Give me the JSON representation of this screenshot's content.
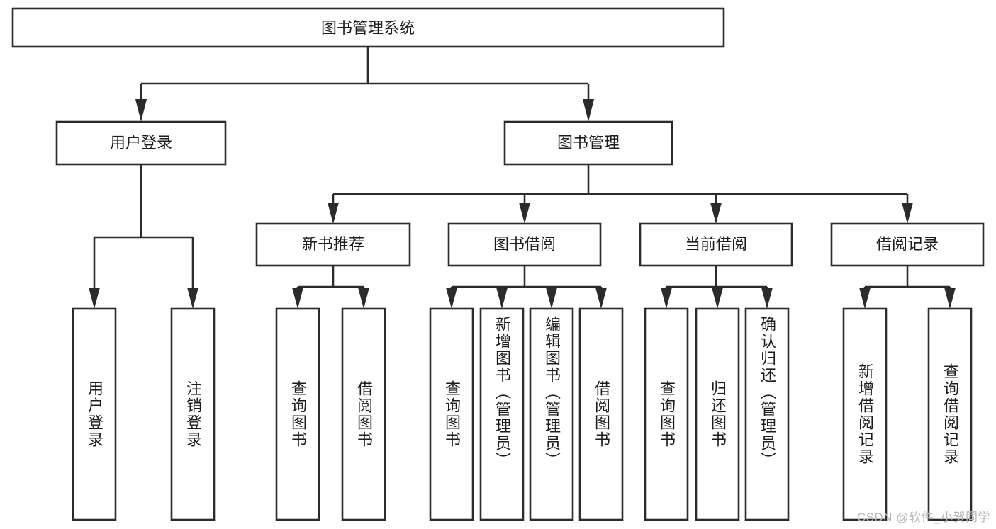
{
  "diagram": {
    "title": "图书管理系统",
    "type": "tree",
    "orientation": "top-down",
    "colors": {
      "stroke": "#2b2b2b",
      "box_fill": "#ffffff",
      "text": "#1c1c1c",
      "background": "#ffffff",
      "watermark": "#b9b9b9"
    },
    "root": {
      "id": "root",
      "label": "图书管理系统",
      "orientation": "horizontal"
    },
    "level2": [
      {
        "id": "user-login",
        "label": "用户登录",
        "orientation": "horizontal"
      },
      {
        "id": "book-manage",
        "label": "图书管理",
        "orientation": "horizontal"
      }
    ],
    "level3": [
      {
        "id": "new-book-rec",
        "label": "新书推荐",
        "parent": "book-manage",
        "orientation": "horizontal"
      },
      {
        "id": "book-borrow",
        "label": "图书借阅",
        "parent": "book-manage",
        "orientation": "horizontal"
      },
      {
        "id": "current-borrow",
        "label": "当前借阅",
        "parent": "book-manage",
        "orientation": "horizontal"
      },
      {
        "id": "borrow-record",
        "label": "借阅记录",
        "parent": "book-manage",
        "orientation": "horizontal"
      }
    ],
    "leaves": [
      {
        "id": "leaf-user-login",
        "label": "用户登录",
        "parent": "user-login",
        "orientation": "vertical"
      },
      {
        "id": "leaf-logout-login",
        "label": "注销登录",
        "parent": "user-login",
        "orientation": "vertical"
      },
      {
        "id": "leaf-query-book-1",
        "label": "查询图书",
        "parent": "new-book-rec",
        "orientation": "vertical"
      },
      {
        "id": "leaf-borrow-book-1",
        "label": "借阅图书",
        "parent": "new-book-rec",
        "orientation": "vertical"
      },
      {
        "id": "leaf-query-book-2",
        "label": "查询图书",
        "parent": "book-borrow",
        "orientation": "vertical"
      },
      {
        "id": "leaf-add-book",
        "label": "新增图书（管理员）",
        "parent": "book-borrow",
        "orientation": "vertical"
      },
      {
        "id": "leaf-edit-book",
        "label": "编辑图书（管理员）",
        "parent": "book-borrow",
        "orientation": "vertical"
      },
      {
        "id": "leaf-borrow-book-2",
        "label": "借阅图书",
        "parent": "book-borrow",
        "orientation": "vertical"
      },
      {
        "id": "leaf-query-book-3",
        "label": "查询图书",
        "parent": "current-borrow",
        "orientation": "vertical"
      },
      {
        "id": "leaf-return-book",
        "label": "归还图书",
        "parent": "current-borrow",
        "orientation": "vertical"
      },
      {
        "id": "leaf-confirm-return",
        "label": "确认归还（管理员）",
        "parent": "current-borrow",
        "orientation": "vertical"
      },
      {
        "id": "leaf-add-record",
        "label": "新增借阅记录",
        "parent": "borrow-record",
        "orientation": "vertical"
      },
      {
        "id": "leaf-query-record",
        "label": "查询借阅记录",
        "parent": "borrow-record",
        "orientation": "vertical"
      }
    ],
    "watermark": "CSDN @软件_小贺同学"
  }
}
